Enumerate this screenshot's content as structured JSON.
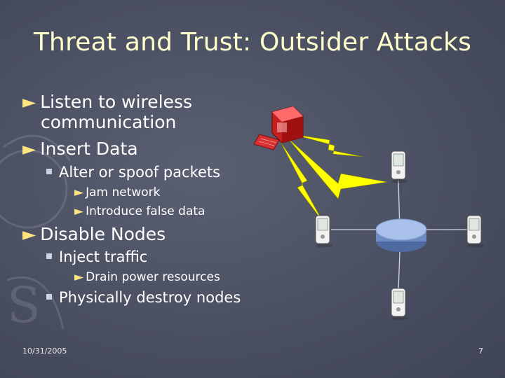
{
  "slide": {
    "title": "Threat and Trust: Outsider Attacks",
    "bullets": {
      "listen": "Listen to wireless",
      "listen_cont": "communication",
      "insert": "Insert Data",
      "alter": "Alter or spoof packets",
      "jam": "Jam network",
      "introduce": "Introduce false data",
      "disable": "Disable Nodes",
      "inject": "Inject traffic",
      "drain": "Drain power resources",
      "destroy": "Physically destroy nodes"
    },
    "footer": {
      "date": "10/31/2005",
      "page": "7"
    },
    "colors": {
      "title": "#ffffcc",
      "bullet_arrow": "#ffe680",
      "lightning": "#ffff00",
      "hub": "#9ab3e0"
    },
    "icons": [
      "attacker-computer-icon",
      "lightning-bolt-icon",
      "pda-node-icon",
      "router-hub-icon"
    ]
  }
}
